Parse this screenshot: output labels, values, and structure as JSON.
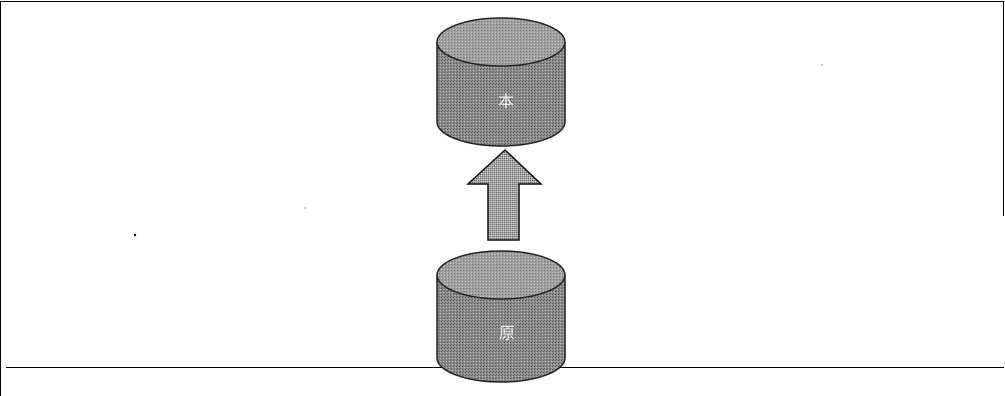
{
  "diagram": {
    "top_database": {
      "label": "本"
    },
    "bottom_database": {
      "label": "原"
    },
    "arrow": {
      "direction": "up"
    }
  },
  "colors": {
    "border": "#000000",
    "fill": "#8a8a8a",
    "fill_dark": "#6e6e6e",
    "top_face": "#a3a3a3",
    "arrow_fill": "#9b9b9b"
  }
}
